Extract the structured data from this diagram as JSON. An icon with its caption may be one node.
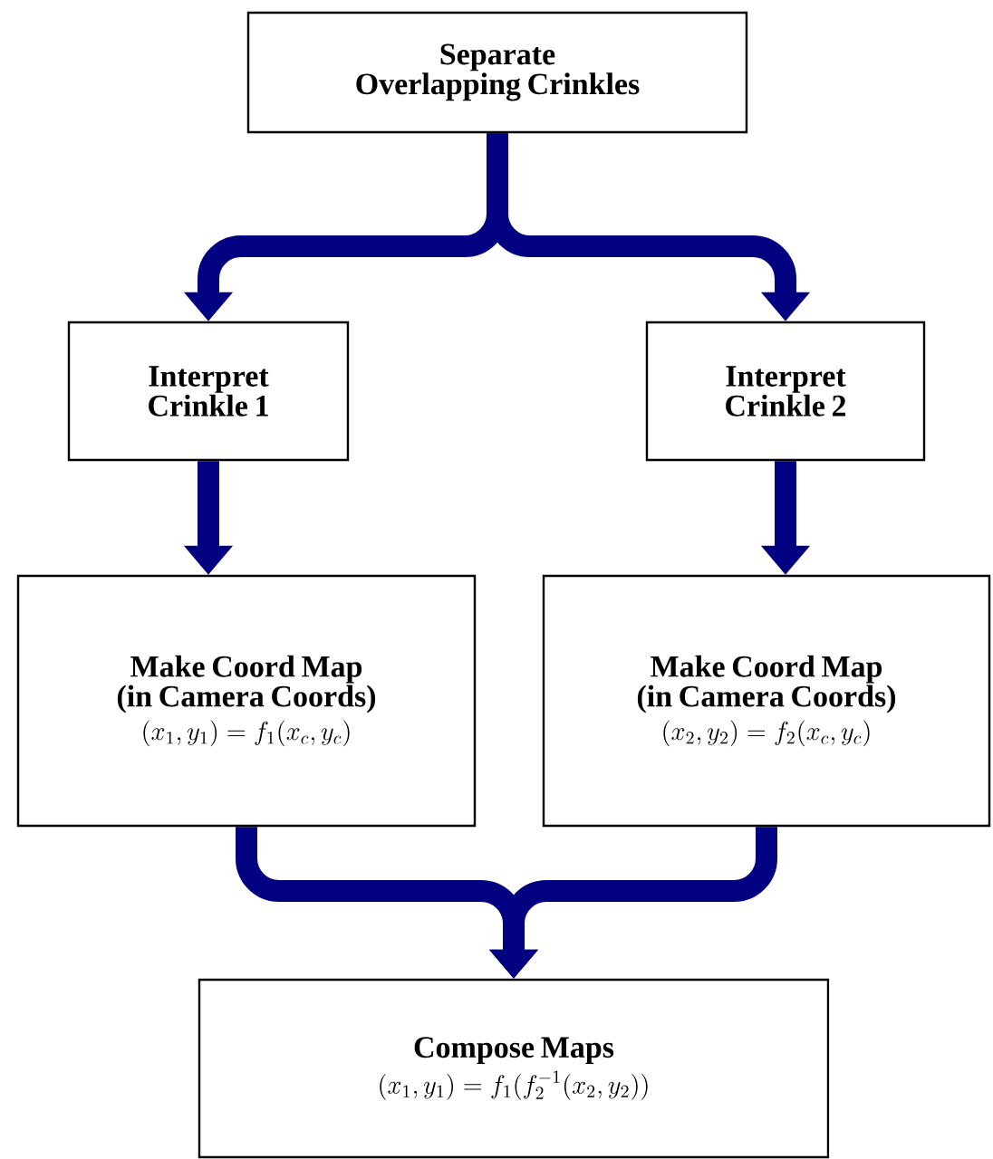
{
  "diagram": {
    "nodes": [
      {
        "text": [
          "Separate Overlapping Crinkles"
        ]
      },
      {
        "text": [
          "Interpret Crinkle 1"
        ]
      },
      {
        "text": [
          "Interpret Crinkle 2"
        ]
      },
      {
        "text": [
          "Make Coord Map (in Camera Coords)",
          "(x_1, y_1) = f_1(x_c, y_c)"
        ]
      },
      {
        "text": [
          "Make Coord Map (in Camera Coords)",
          "(x_2, y_2) = f_2(x_c, y_c)"
        ]
      },
      {
        "text": [
          "Compose Maps",
          "(x_1, y_1) = f_1( f_2^{-1}(x_2, y_2) )"
        ]
      }
    ],
    "edges": [
      {
        "from": 0,
        "to": 1,
        "arrow": "to"
      },
      {
        "from": 0,
        "to": 2,
        "arrow": "to"
      },
      {
        "from": 1,
        "to": 3,
        "arrow": "to"
      },
      {
        "from": 2,
        "to": 4,
        "arrow": "to"
      },
      {
        "from": 3,
        "to": 5,
        "arrow": "to"
      },
      {
        "from": 4,
        "to": 5,
        "arrow": "to"
      }
    ]
  }
}
